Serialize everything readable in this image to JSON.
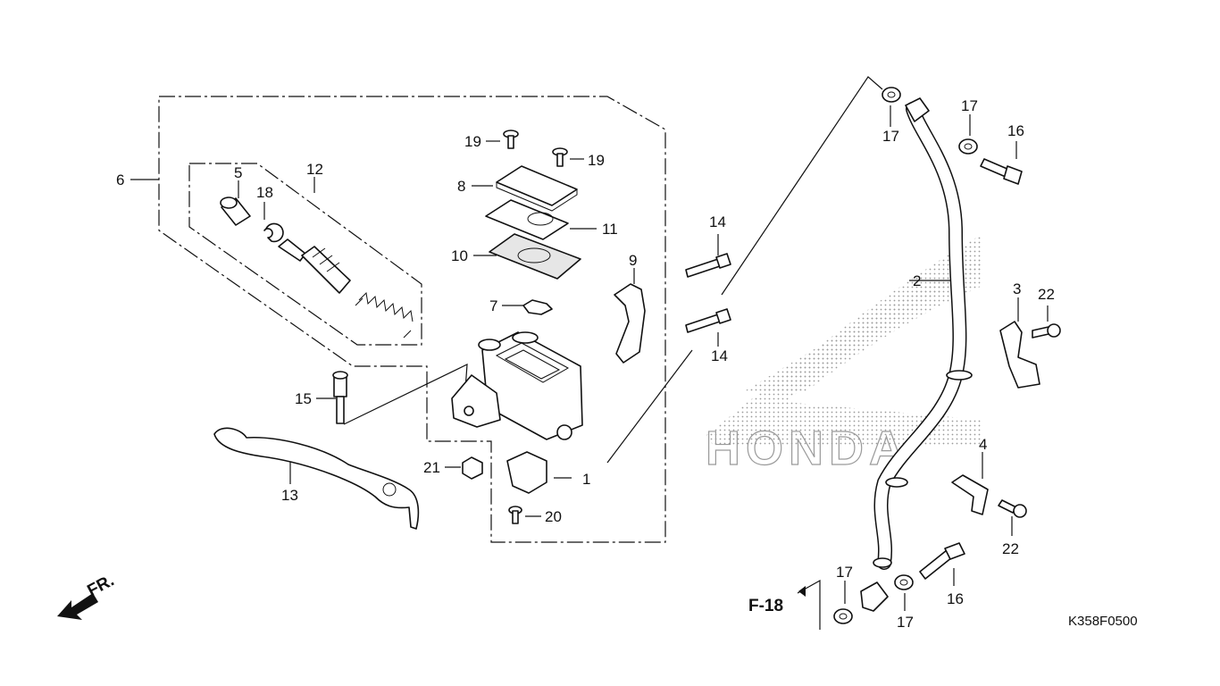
{
  "watermark": "HONDA",
  "callouts": [
    {
      "id": "c1",
      "text": "1"
    },
    {
      "id": "c2",
      "text": "2"
    },
    {
      "id": "c3",
      "text": "3"
    },
    {
      "id": "c4",
      "text": "4"
    },
    {
      "id": "c5",
      "text": "5"
    },
    {
      "id": "c6",
      "text": "6"
    },
    {
      "id": "c7",
      "text": "7"
    },
    {
      "id": "c8",
      "text": "8"
    },
    {
      "id": "c9",
      "text": "9"
    },
    {
      "id": "c10",
      "text": "10"
    },
    {
      "id": "c11",
      "text": "11"
    },
    {
      "id": "c12",
      "text": "12"
    },
    {
      "id": "c13",
      "text": "13"
    },
    {
      "id": "c14a",
      "text": "14"
    },
    {
      "id": "c14b",
      "text": "14"
    },
    {
      "id": "c15",
      "text": "15"
    },
    {
      "id": "c16a",
      "text": "16"
    },
    {
      "id": "c16b",
      "text": "16"
    },
    {
      "id": "c17a",
      "text": "17"
    },
    {
      "id": "c17b",
      "text": "17"
    },
    {
      "id": "c17c",
      "text": "17"
    },
    {
      "id": "c17d",
      "text": "17"
    },
    {
      "id": "c18",
      "text": "18"
    },
    {
      "id": "c19a",
      "text": "19"
    },
    {
      "id": "c19b",
      "text": "19"
    },
    {
      "id": "c20",
      "text": "20"
    },
    {
      "id": "c21",
      "text": "21"
    },
    {
      "id": "c22a",
      "text": "22"
    },
    {
      "id": "c22b",
      "text": "22"
    }
  ],
  "reference": "F-18",
  "direction": "FR.",
  "diagram_code": "K358F0500"
}
